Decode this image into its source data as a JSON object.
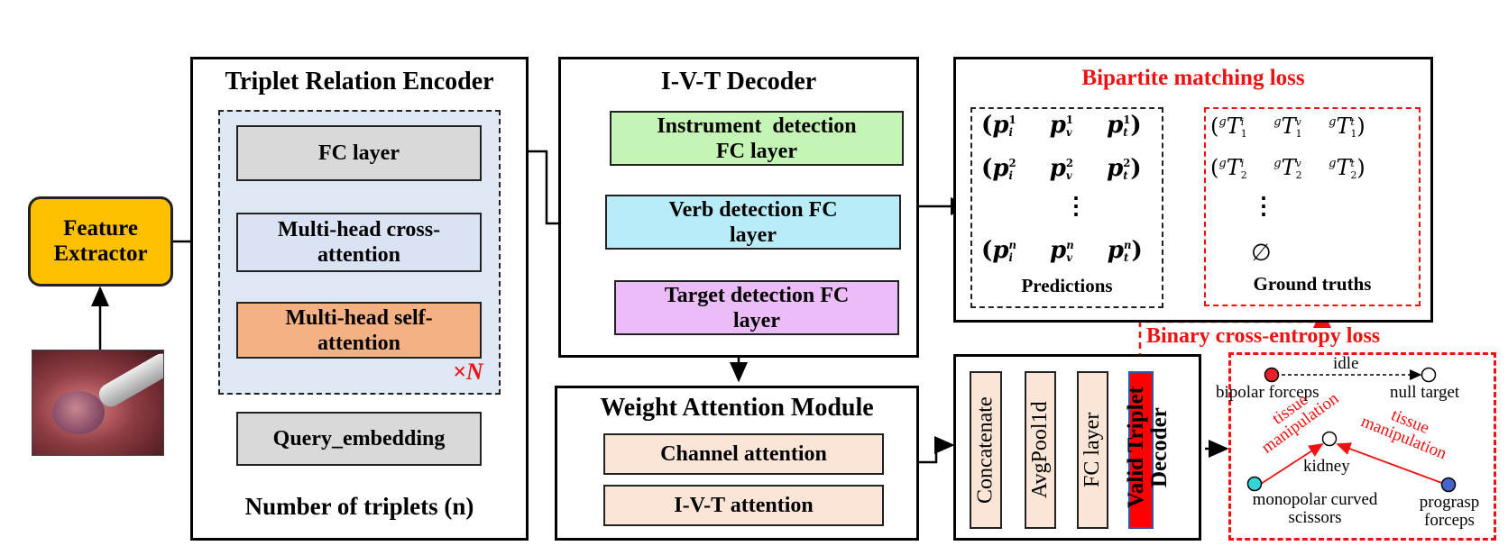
{
  "feature_extractor": "Feature Extractor",
  "encoder": {
    "title": "Triplet Relation Encoder",
    "fc": "FC layer",
    "cross_attn": "Multi-head cross-attention",
    "self_attn": "Multi-head self-attention",
    "repeat": "×N",
    "query": "Query_embedding",
    "num_triplets": "Number of triplets (n)"
  },
  "decoder": {
    "title": "I-V-T Decoder",
    "instrument": "Instrument  detection FC layer",
    "verb": "Verb detection FC layer",
    "target": "Target detection FC layer"
  },
  "wam": {
    "title": "Weight Attention Module",
    "channel": "Channel attention",
    "ivt": "I-V-T attention"
  },
  "matching": {
    "title": "Bipartite matching loss",
    "predictions_label": "Predictions",
    "gt_label": "Ground truths",
    "predictions": [
      [
        "(p",
        "i",
        "1",
        "p",
        "v",
        "1",
        "p",
        "t",
        "1",
        ")"
      ],
      [
        "(p",
        "i",
        "2",
        "p",
        "v",
        "2",
        "p",
        "t",
        "2",
        ")"
      ],
      [
        "(p",
        "i",
        "n",
        "p",
        "v",
        "n",
        "p",
        "t",
        "n",
        ")"
      ]
    ],
    "gt_rows": [
      [
        "(",
        "g",
        "T",
        "1",
        "i",
        "g",
        "T",
        "1",
        "v",
        "g",
        "T",
        "1",
        "t",
        ")"
      ],
      [
        "(",
        "g",
        "T",
        "2",
        "i",
        "g",
        "T",
        "2",
        "v",
        "g",
        "T",
        "2",
        "t",
        ")"
      ]
    ],
    "vdots": "⋮",
    "empty": "∅"
  },
  "bce_loss": "Binary cross-entropy loss",
  "valid_decoder": {
    "concatenate": "Concatenate",
    "avgpool": "AvgPool1d",
    "fc": "FC layer",
    "name": "Valid Triplet Decoder"
  },
  "graph": {
    "bipolar": "bipolar forceps",
    "null_target": "null target",
    "idle": "idle",
    "kidney": "kidney",
    "monopolar": "monopolar curved scissors",
    "prograsp": "prograsp forceps",
    "tissue_manipulation": "tissue manipulation"
  },
  "colors": {
    "feature_extractor": "#ffc000",
    "red": "#ee1111",
    "red_bar": "#ff0000",
    "bipolar_node": "#e8202a",
    "monopolar_node": "#33d6d6",
    "prograsp_node": "#4466cc"
  }
}
